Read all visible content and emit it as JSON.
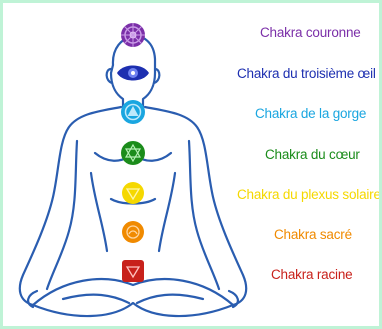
{
  "chakras": [
    {
      "label": "Chakra couronne",
      "color": "#7b2fa8",
      "icon": "lotus-crown-icon"
    },
    {
      "label": "Chakra du troisième œil",
      "color": "#1d2fb0",
      "icon": "eye-lotus-icon"
    },
    {
      "label": "Chakra de la gorge",
      "color": "#1aa6e0",
      "icon": "throat-lotus-icon"
    },
    {
      "label": "Chakra du cœur",
      "color": "#1b8c1b",
      "icon": "heart-lotus-icon"
    },
    {
      "label": "Chakra du plexus solaire",
      "color": "#f5d800",
      "icon": "solar-plexus-lotus-icon"
    },
    {
      "label": "Chakra sacré",
      "color": "#f08a00",
      "icon": "sacral-lotus-icon"
    },
    {
      "label": "Chakra racine",
      "color": "#c8211b",
      "icon": "root-lotus-icon"
    }
  ],
  "figure": {
    "outline_color": "#2a5db0",
    "border_color": "#bff3d6"
  }
}
